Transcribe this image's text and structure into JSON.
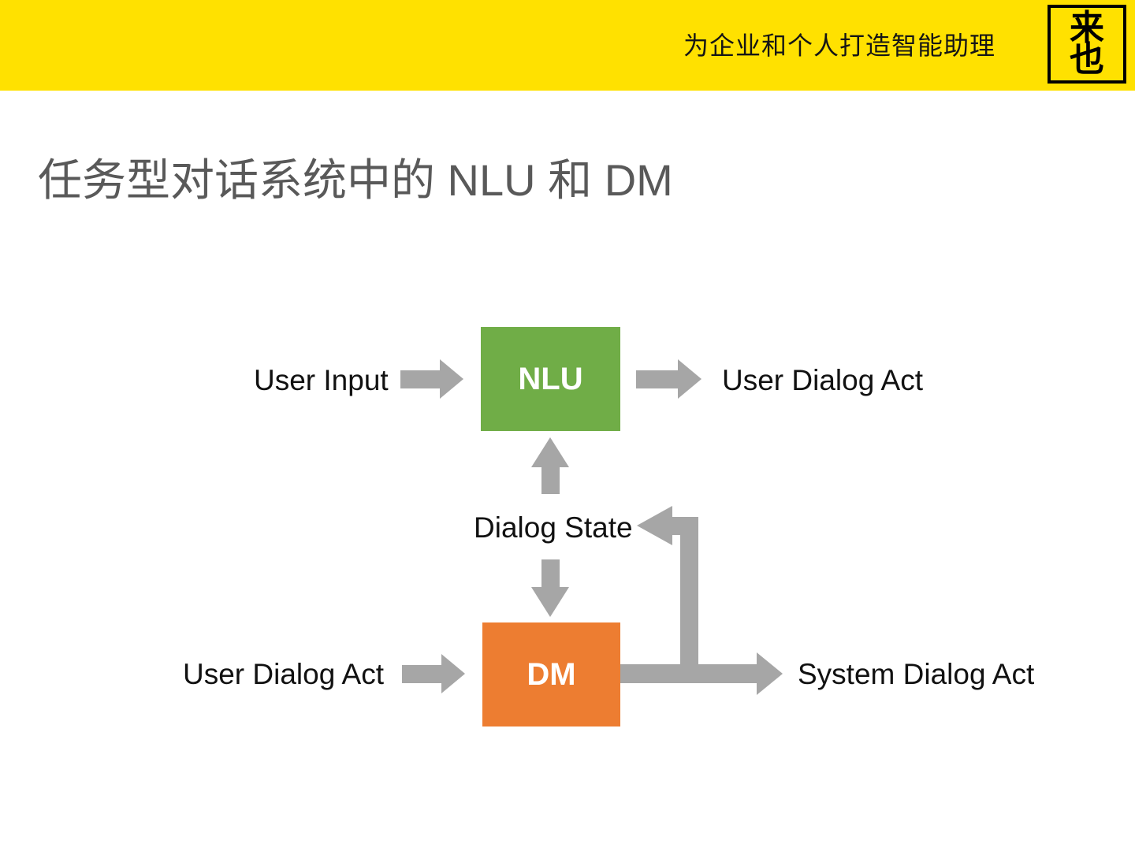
{
  "header": {
    "tagline": "为企业和个人打造智能助理",
    "background_color": "#FFE100",
    "logo": {
      "line1": "来",
      "line2": "也"
    }
  },
  "slide": {
    "title": "任务型对话系统中的 NLU 和 DM",
    "title_color": "#595959"
  },
  "diagram": {
    "nodes": [
      {
        "id": "nlu",
        "label": "NLU",
        "color": "#70AD47"
      },
      {
        "id": "dm",
        "label": "DM",
        "color": "#ED7D31"
      }
    ],
    "labels": {
      "user_input": "User Input",
      "user_dialog_act_top": "User Dialog Act",
      "dialog_state": "Dialog State",
      "user_dialog_act_bottom": "User Dialog Act",
      "system_dialog_act": "System Dialog Act"
    },
    "arrow_color": "#A6A6A6"
  }
}
